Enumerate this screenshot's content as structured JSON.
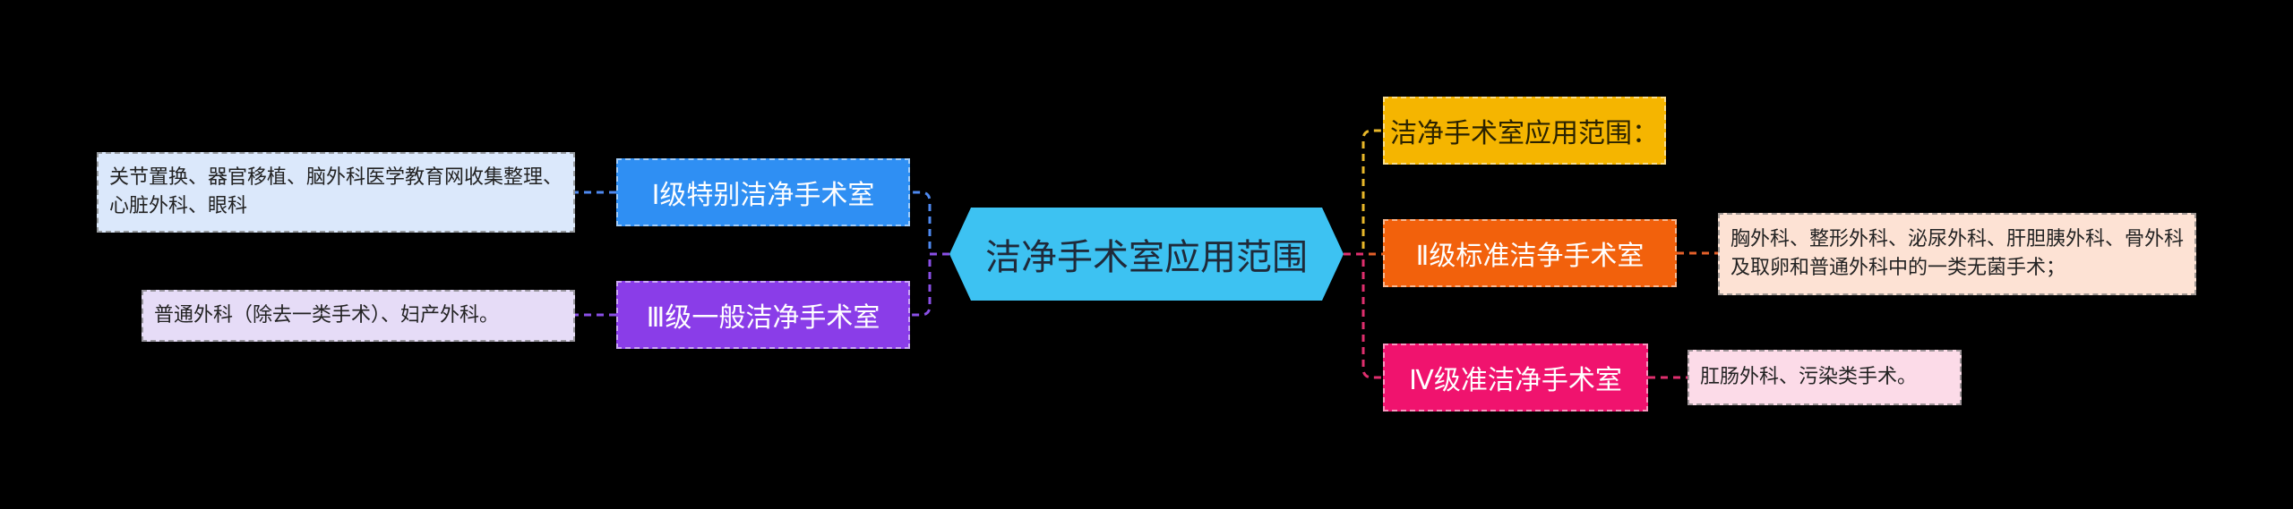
{
  "root": {
    "label": "洁净手术室应用范围",
    "color": "#3dc2f2"
  },
  "left_branches": [
    {
      "label": "Ⅰ级特别洁净手术室",
      "color": "#2f8ff3",
      "line_color": "#4e89ef",
      "leaf": {
        "text": "关节置换、器官移植、脑外科医学教育网收集整理、心脏外科、眼科",
        "color": "#dbe8fb"
      }
    },
    {
      "label": "Ⅲ级一般洁净手术室",
      "color": "#8a3de8",
      "line_color": "#8a4fe6",
      "leaf": {
        "text": "普通外科（除去一类手术）、妇产外科。",
        "color": "#e6dcf7"
      }
    }
  ],
  "right_branches": [
    {
      "label": "洁净手术室应用范围：",
      "color": "#f5b500",
      "line_color": "#e8b72a",
      "text_color": "#2a2200",
      "leaf": null
    },
    {
      "label": "Ⅱ级标准洁争手术室",
      "color": "#f2610c",
      "line_color": "#e3602a",
      "leaf": {
        "text": "胸外科、整形外科、泌尿外科、肝胆胰外科、骨外科及取卵和普通外科中的一类无菌手术；",
        "color": "#fde2d4"
      }
    },
    {
      "label": "Ⅳ级准洁净手术室",
      "color": "#f0136e",
      "line_color": "#df2f6e",
      "leaf": {
        "text": "肛肠外科、污染类手术。",
        "color": "#fcdbe8"
      }
    }
  ]
}
